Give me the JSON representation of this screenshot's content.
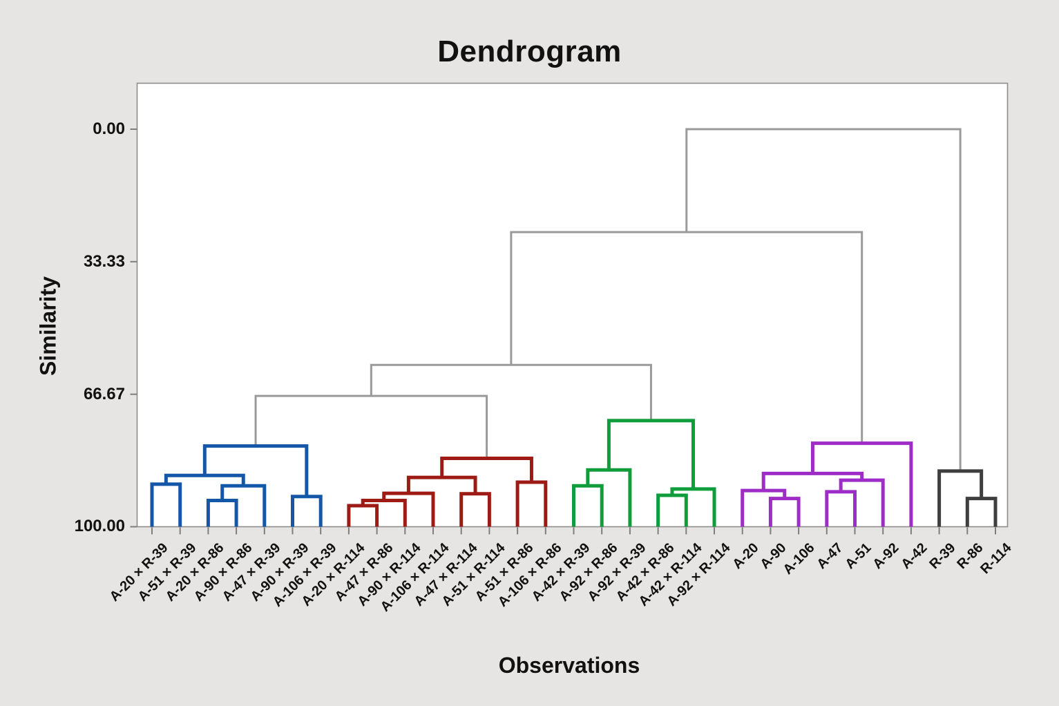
{
  "title": "Dendrogram",
  "y_axis": {
    "label": "Similarity",
    "ticks": [
      "0.00",
      "33.33",
      "66.67",
      "100.00"
    ]
  },
  "x_axis": {
    "label": "Observations"
  },
  "chart_data": {
    "type": "dendrogram",
    "title": "Dendrogram",
    "xlabel": "Observations",
    "ylabel": "Similarity",
    "ylim": [
      0,
      100
    ],
    "y_axis_inverted": true,
    "y_tick_values": [
      0,
      33.33,
      66.67,
      100
    ],
    "grid": false,
    "legend": "none",
    "leaves": [
      "A-20 × R-39",
      "A-51 × R-39",
      "A-20 × R-86",
      "A-90 × R-86",
      "A-47 × R-39",
      "A-90 × R-39",
      "A-106 × R-39",
      "A-20 × R-114",
      "A-47 × R-86",
      "A-90 × R-114",
      "A-106 × R-114",
      "A-47 × R-114",
      "A-51 × R-114",
      "A-51 × R-86",
      "A-106 × R-86",
      "A-42 × R-39",
      "A-92 × R-86",
      "A-92 × R-39",
      "A-42 × R-86",
      "A-42 × R-114",
      "A-92 × R-114",
      "A-20",
      "A-90",
      "A-106",
      "A-47",
      "A-51",
      "A-92",
      "A-42",
      "R-39",
      "R-86",
      "R-114"
    ],
    "merges": [
      {
        "a": "L0",
        "b": "L1",
        "sim": 89.3,
        "color": "blue"
      },
      {
        "a": "L2",
        "b": "L3",
        "sim": 93.4,
        "color": "blue"
      },
      {
        "a": "M1",
        "b": "L4",
        "sim": 89.7,
        "color": "blue"
      },
      {
        "a": "M0",
        "b": "M2",
        "sim": 87.1,
        "color": "blue"
      },
      {
        "a": "L5",
        "b": "L6",
        "sim": 92.4,
        "color": "blue"
      },
      {
        "a": "M3",
        "b": "M4",
        "sim": 79.7,
        "color": "blue"
      },
      {
        "a": "L7",
        "b": "L8",
        "sim": 94.7,
        "color": "red"
      },
      {
        "a": "M6",
        "b": "L9",
        "sim": 93.4,
        "color": "red"
      },
      {
        "a": "M7",
        "b": "L10",
        "sim": 91.6,
        "color": "red"
      },
      {
        "a": "L11",
        "b": "L12",
        "sim": 91.7,
        "color": "red"
      },
      {
        "a": "M8",
        "b": "M9",
        "sim": 87.6,
        "color": "red"
      },
      {
        "a": "L13",
        "b": "L14",
        "sim": 88.8,
        "color": "red"
      },
      {
        "a": "M10",
        "b": "M11",
        "sim": 82.8,
        "color": "red"
      },
      {
        "a": "L15",
        "b": "L16",
        "sim": 89.7,
        "color": "green"
      },
      {
        "a": "M13",
        "b": "L17",
        "sim": 85.7,
        "color": "green"
      },
      {
        "a": "L18",
        "b": "L19",
        "sim": 92.1,
        "color": "green"
      },
      {
        "a": "M15",
        "b": "L20",
        "sim": 90.5,
        "color": "green"
      },
      {
        "a": "M14",
        "b": "M16",
        "sim": 73.3,
        "color": "green"
      },
      {
        "a": "L22",
        "b": "L23",
        "sim": 92.9,
        "color": "purple"
      },
      {
        "a": "L21",
        "b": "M18",
        "sim": 90.9,
        "color": "purple"
      },
      {
        "a": "L24",
        "b": "L25",
        "sim": 91.2,
        "color": "purple"
      },
      {
        "a": "M20",
        "b": "L26",
        "sim": 88.3,
        "color": "purple"
      },
      {
        "a": "M19",
        "b": "M21",
        "sim": 86.6,
        "color": "purple"
      },
      {
        "a": "M22",
        "b": "L27",
        "sim": 79.0,
        "color": "purple"
      },
      {
        "a": "L29",
        "b": "L30",
        "sim": 92.9,
        "color": "dark"
      },
      {
        "a": "L28",
        "b": "M24",
        "sim": 86.0,
        "color": "dark"
      },
      {
        "a": "M5",
        "b": "M12",
        "sim": 67.1,
        "color": "gray"
      },
      {
        "a": "M26",
        "b": "M17",
        "sim": 59.3,
        "color": "gray"
      },
      {
        "a": "M27",
        "b": "M23",
        "sim": 25.9,
        "color": "gray"
      },
      {
        "a": "M28",
        "b": "M25",
        "sim": 0.0,
        "color": "gray"
      }
    ],
    "cluster_colors": {
      "blue": "#1456a8",
      "red": "#9e1b15",
      "green": "#0f9c3a",
      "purple": "#9d2dc6",
      "dark": "#3e3e3e",
      "gray": "#9a9a9a"
    },
    "frame_color": "#8c8c8c",
    "tick_color": "#7d7d7d",
    "text_color": "#111111"
  }
}
